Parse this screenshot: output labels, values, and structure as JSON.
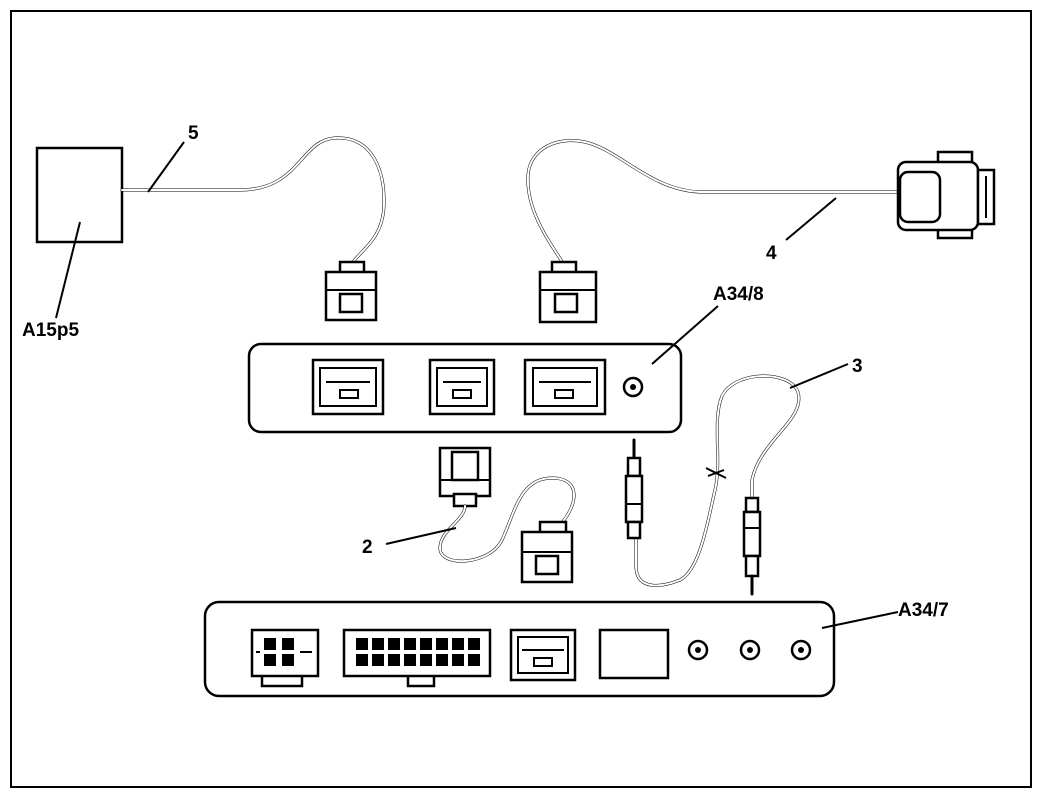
{
  "labels": {
    "a15p5": "A15p5",
    "cable5": "5",
    "cable4": "4",
    "a34_8": "A34/8",
    "cable3": "3",
    "cable2": "2",
    "a34_7": "A34/7"
  },
  "colors": {
    "line": "#000000",
    "background": "#ffffff"
  }
}
